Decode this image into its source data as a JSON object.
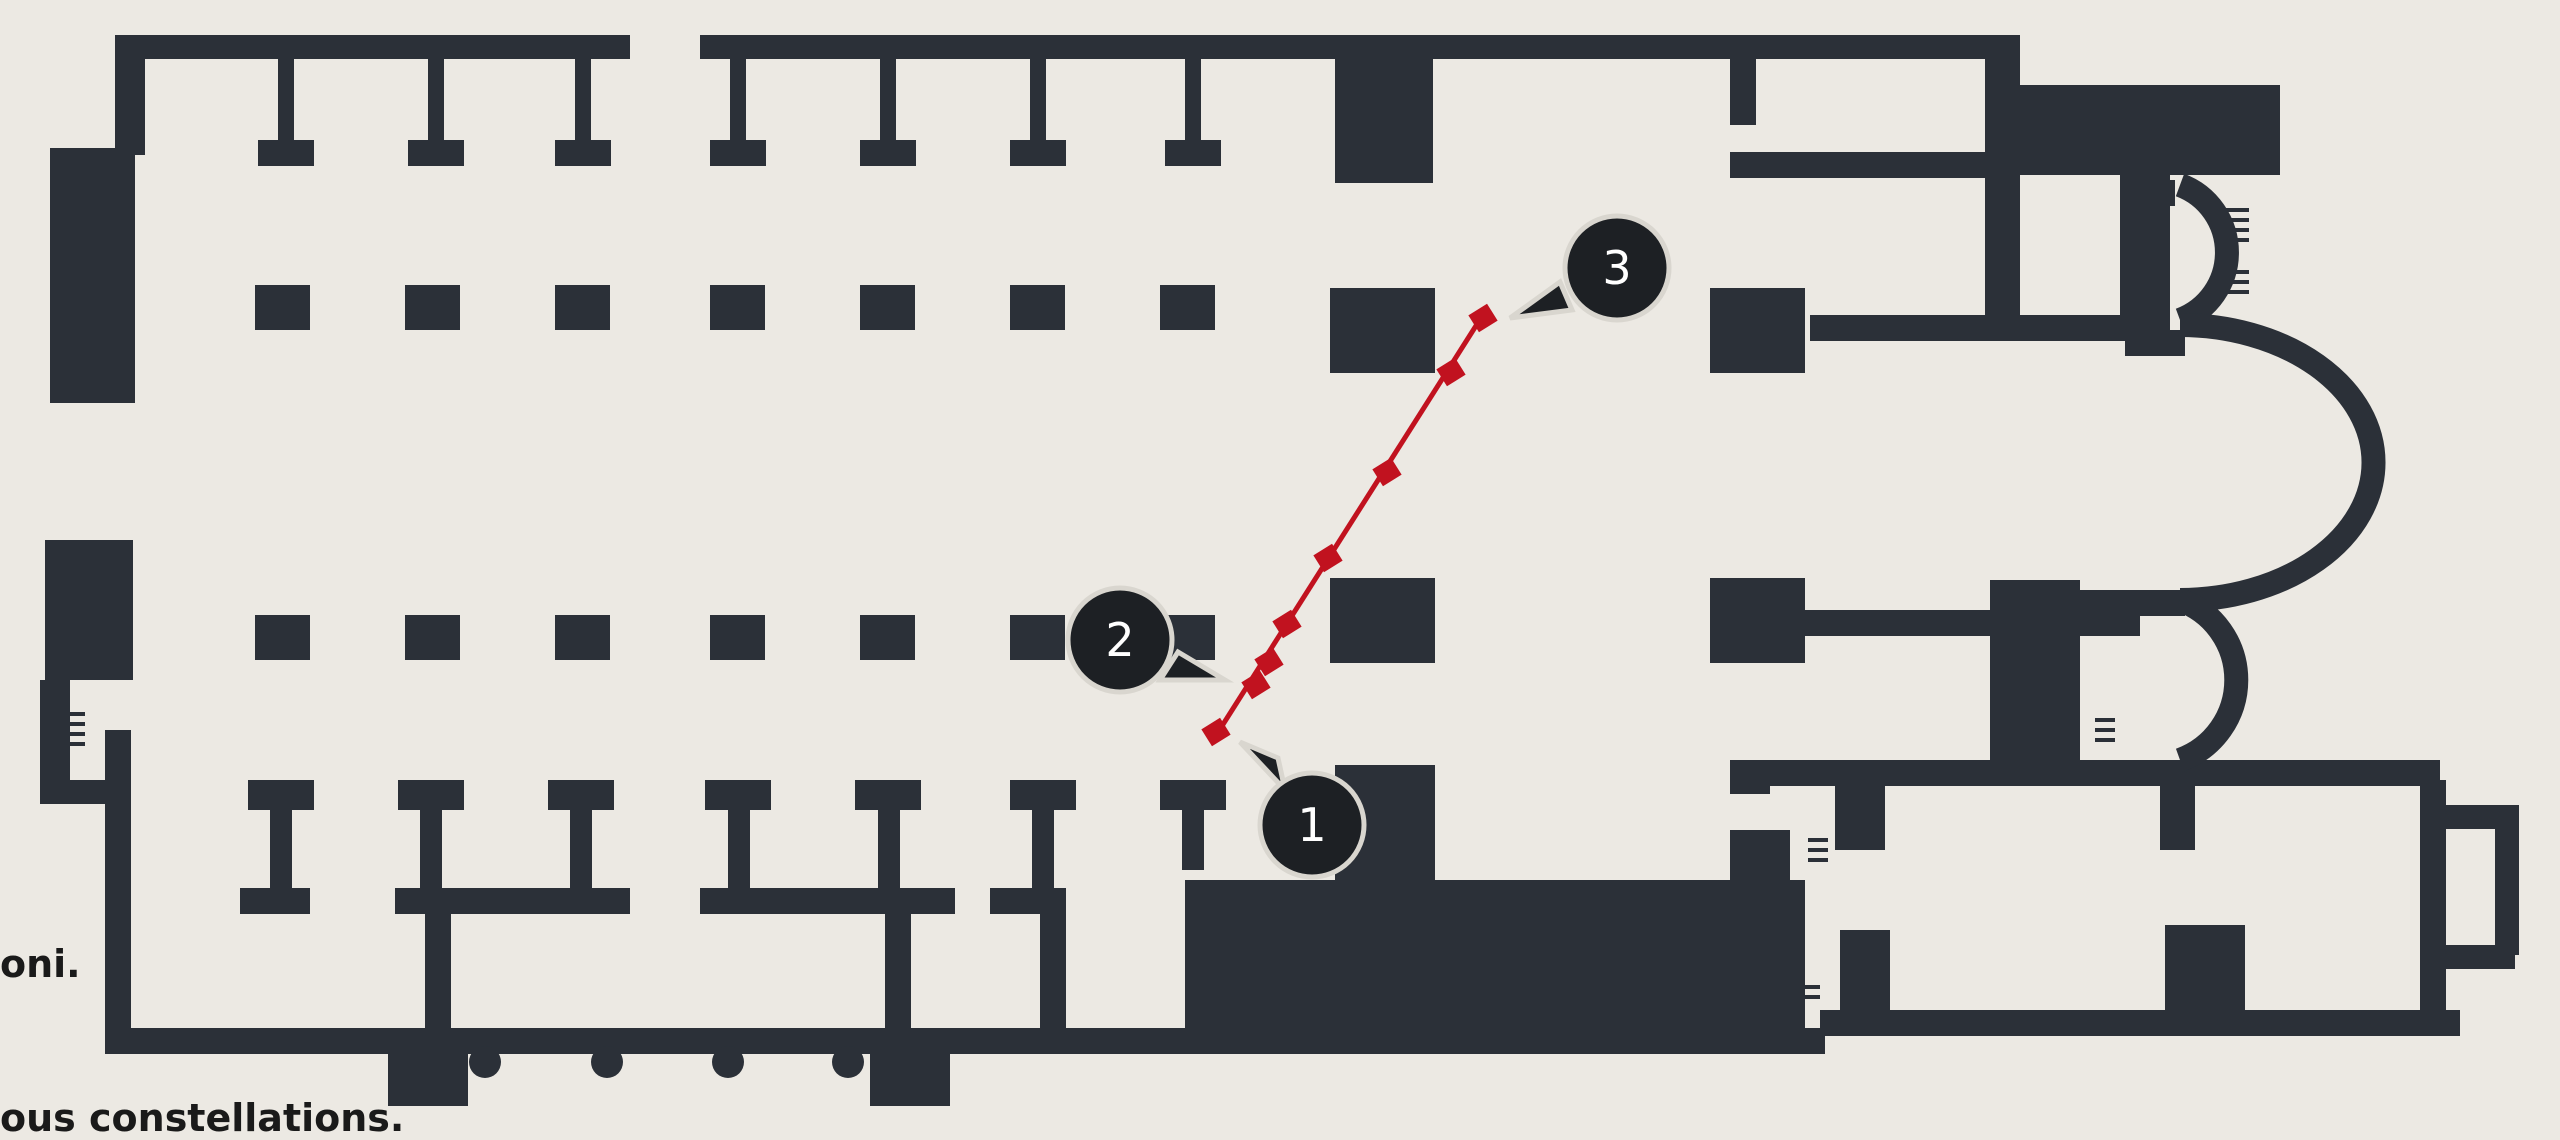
{
  "map": {
    "title": "",
    "callouts": [
      {
        "id": "1",
        "label": "1"
      },
      {
        "id": "2",
        "label": "2"
      },
      {
        "id": "3",
        "label": "3"
      }
    ],
    "colors": {
      "wall": "#2b3038",
      "meridian": "#c1121f",
      "background": "#ece9e3",
      "callout": "#1d2024"
    }
  },
  "captions": {
    "line_1": "oni.",
    "line_2": "ous constellations."
  }
}
